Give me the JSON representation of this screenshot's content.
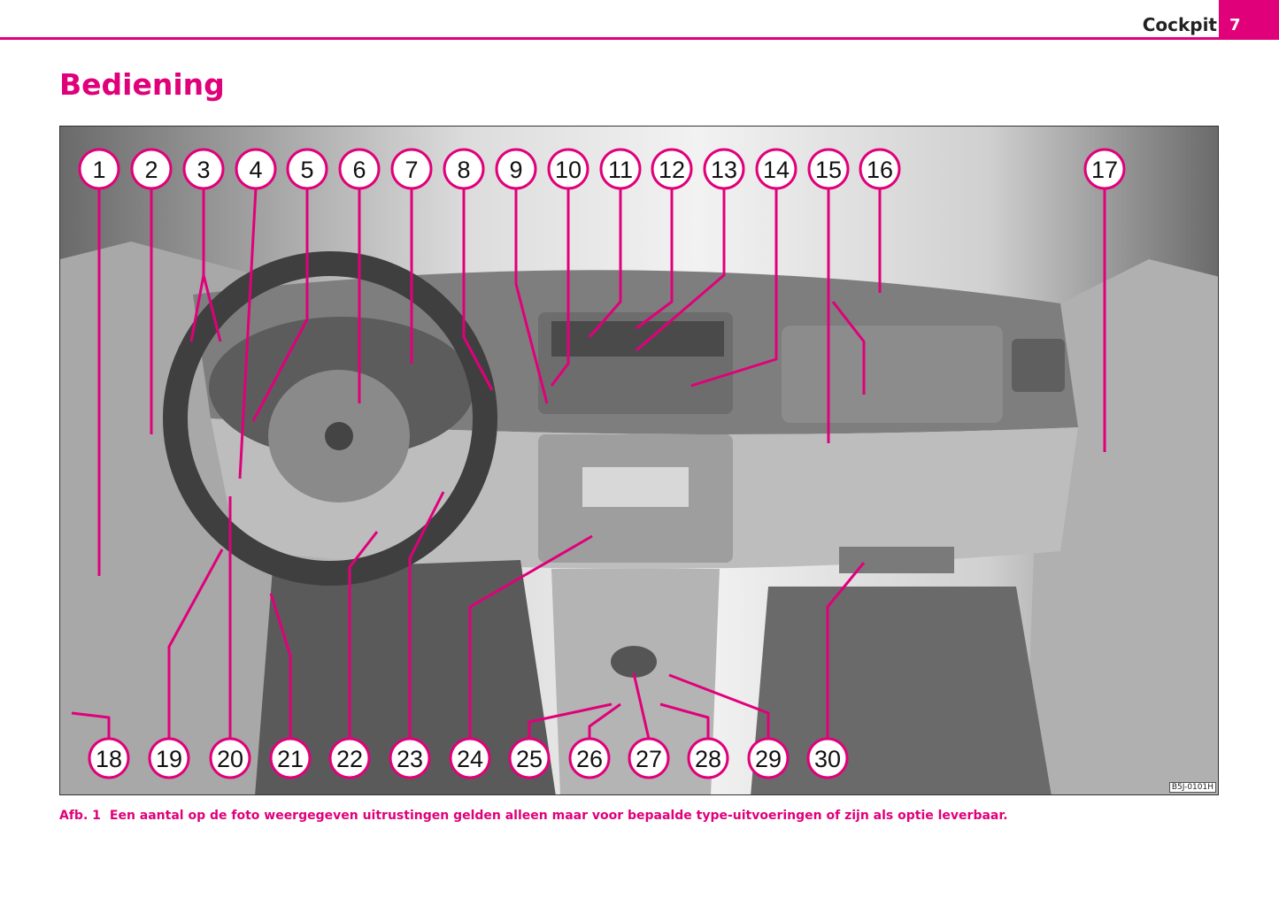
{
  "header": {
    "section": "Cockpit",
    "page_number": "7"
  },
  "title": "Bediening",
  "figure": {
    "code": "B5J-0101H",
    "callouts_top": [
      "1",
      "2",
      "3",
      "4",
      "5",
      "6",
      "7",
      "8",
      "9",
      "10",
      "11",
      "12",
      "13",
      "14",
      "15",
      "16",
      "17"
    ],
    "callouts_bottom": [
      "18",
      "19",
      "20",
      "21",
      "22",
      "23",
      "24",
      "25",
      "26",
      "27",
      "28",
      "29",
      "30"
    ],
    "accent": "#e0007a"
  },
  "caption": {
    "label": "Afb. 1",
    "text": "Een aantal op de foto weergegeven uitrustingen gelden alleen maar voor bepaalde type-uitvoeringen of zijn als optie leverbaar."
  }
}
